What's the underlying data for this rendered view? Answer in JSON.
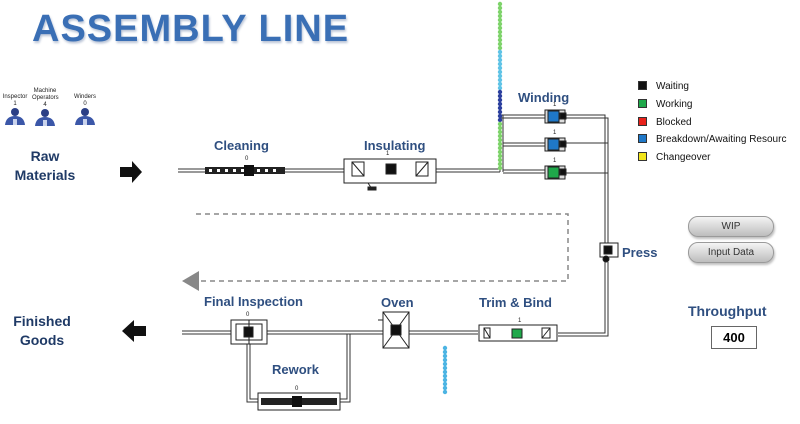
{
  "title": "ASSEMBLY LINE",
  "resources": [
    {
      "label": "Inspector",
      "count": "1"
    },
    {
      "label": "Machine Operators",
      "count": "4"
    },
    {
      "label": "Winders",
      "count": "0"
    }
  ],
  "stages": {
    "raw_materials": "Raw Materials",
    "cleaning": "Cleaning",
    "insulating": "Insulating",
    "winding": "Winding",
    "press": "Press",
    "trim_bind": "Trim & Bind",
    "oven": "Oven",
    "final_inspection": "Final Inspection",
    "rework": "Rework",
    "finished_goods": "Finished Goods"
  },
  "stage_counts": {
    "cleaning": "0",
    "insulating": "1",
    "winding_1": "1",
    "winding_2": "1",
    "winding_3": "1",
    "trim_bind": "1",
    "final_inspection": "0",
    "rework": "0"
  },
  "legend": [
    {
      "label": "Waiting",
      "color": "#111111"
    },
    {
      "label": "Working",
      "color": "#1fa84a"
    },
    {
      "label": "Blocked",
      "color": "#e8221b"
    },
    {
      "label": "Breakdown/Awaiting Resourc",
      "color": "#1f78c8"
    },
    {
      "label": "Changeover",
      "color": "#f2e51a"
    }
  ],
  "buttons": {
    "wip": "WIP",
    "input_data": "Input Data"
  },
  "throughput": {
    "label": "Throughput",
    "value": "400"
  },
  "icons": {
    "raw_arrow": "arrow-right-icon",
    "finished_arrow": "arrow-left-icon",
    "return_arrow": "triangle-left-icon",
    "worker": "worker-icon"
  }
}
